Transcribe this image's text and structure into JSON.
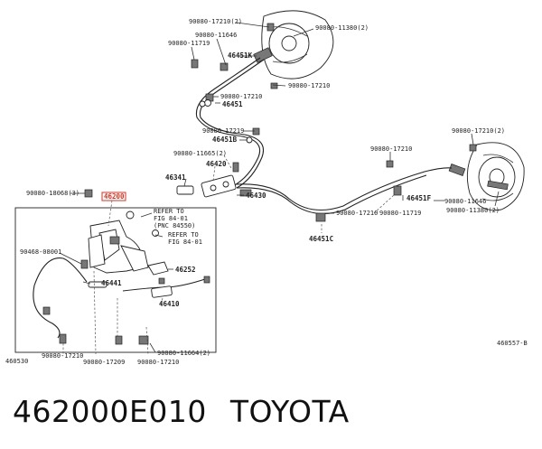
{
  "callouts": {
    "c_90080_17210_top": "90080-17210(2)",
    "c_90080_11380_top": "90080-11380(2)",
    "c_90080_11646_top": "90080-11646",
    "c_90080_11719_top": "90080-11719",
    "c_46451k": "46451K",
    "c_90080_17210_mid": "90080-17210",
    "c_90080_17210_b": "90080-17210",
    "c_46451": "46451",
    "c_90080_17219": "90080-17219",
    "c_46451b": "46451B",
    "c_90080_11665": "90080-11665(2)",
    "c_46420": "46420",
    "c_46341": "46341",
    "c_46430": "46430",
    "c_90080_18068": "90080-18068(3)",
    "c_46200": "46200",
    "c_refer1_a": "REFER TO",
    "c_refer1_b": "FIG 84-01",
    "c_refer1_c": "(PNC 84550)",
    "c_refer2_a": "REFER TO",
    "c_refer2_b": "FIG 84-01",
    "c_90468_08001": "90468-08001",
    "c_46252": "46252",
    "c_46441": "46441",
    "c_46410": "46410",
    "c_90080_11664": "90080-11664(2)",
    "c_90080_17210_bl": "90080-17210",
    "c_90080_17209": "90080-17209",
    "c_90080_17210_br": "90080-17210",
    "c_460530": "460530",
    "c_90080_17210_r1": "90080-17210",
    "c_90080_17210_r2": "90080-17210(2)",
    "c_46451f": "46451F",
    "c_90080_11646_r": "90080-11646",
    "c_90080_11380_r": "90080-11380(2)",
    "c_90080_17210_c": "90080-17210",
    "c_90080_11719_c": "90080-11719",
    "c_46451c": "46451C",
    "c_460557b": "460557-B"
  },
  "footer": {
    "part_number": "462000E010",
    "brand": "TOYOTA"
  },
  "colors": {
    "highlight": "#e0301e",
    "ink": "#222222"
  }
}
